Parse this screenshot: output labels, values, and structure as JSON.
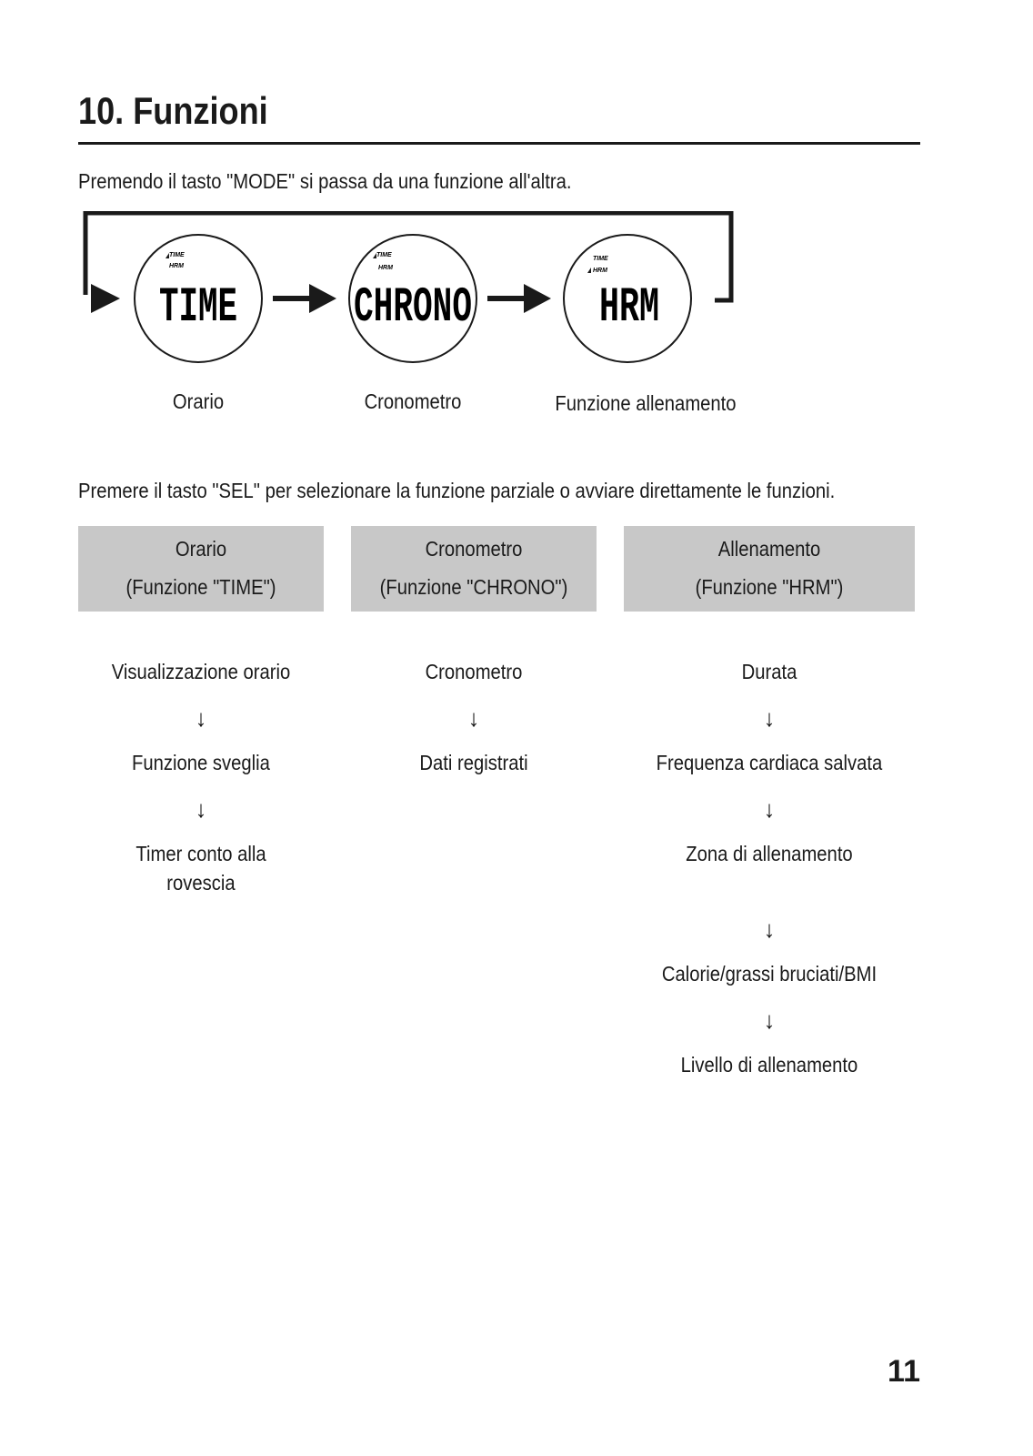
{
  "title": "10. Funzioni",
  "intro_mode": "Premendo il tasto \"MODE\" si passa da una funzione all'altra.",
  "modes": [
    {
      "lcd": "TIME",
      "tag1": "TIME",
      "tag2": "HRM",
      "caption": "Orario"
    },
    {
      "lcd": "CHRONO",
      "tag1": "TIME",
      "tag2": "HRM",
      "caption": "Cronometro"
    },
    {
      "lcd": "HRM",
      "tag1": "TIME",
      "tag2": "HRM",
      "caption": "Funzione allenamento"
    }
  ],
  "intro_sel": "Premere il tasto \"SEL\" per selezionare la funzione parziale o avviare direttamente le funzioni.",
  "columns": [
    {
      "header1": "Orario",
      "header2": "(Funzione \"TIME\")",
      "items": [
        "Visualizzazione orario",
        "Funzione sveglia",
        "Timer conto alla",
        "rovescia"
      ]
    },
    {
      "header1": "Cronometro",
      "header2": "(Funzione \"CHRONO\")",
      "items": [
        "Cronometro",
        "Dati registrati"
      ]
    },
    {
      "header1": "Allenamento",
      "header2": "(Funzione \"HRM\")",
      "items": [
        "Durata",
        "Frequenza cardiaca salvata",
        "Zona di allenamento",
        "Calorie/grassi bruciati/BMI",
        "Livello di allenamento"
      ]
    }
  ],
  "arrow_glyph": "↓",
  "page_number": "11"
}
